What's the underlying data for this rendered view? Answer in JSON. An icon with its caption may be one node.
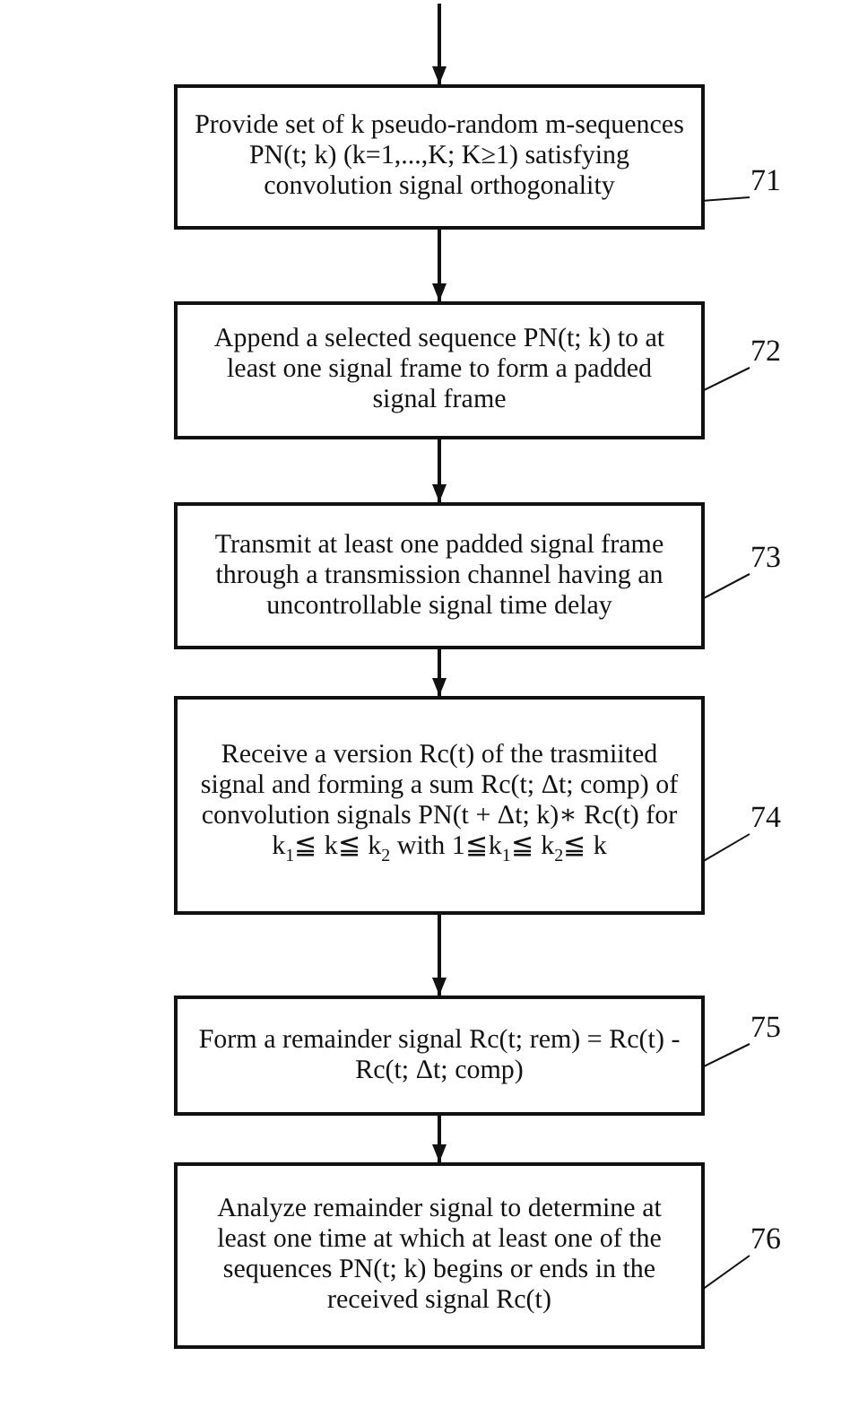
{
  "diagram": {
    "nodes": [
      {
        "text": [
          "Provide set of k pseudo-random m-sequences PN(t; k) (k=1,...,K; K≥1) satisfying convolution signal orthogonality"
        ]
      },
      {
        "text": [
          "Append a selected sequence PN(t; k) to at least one signal frame to form a padded signal frame"
        ]
      },
      {
        "text": [
          "Transmit at least one padded signal frame through a transmission channel having an uncontrollable signal time delay"
        ]
      },
      {
        "text": [
          "Receive a version Rc(t) of the trasmiited signal and forming a sum Rc(t; Δt; comp) of convolution signals PN(t + Δt;  k)∗ Rc(t) for k$_{1}$≦ k≦ k$_{2}$ with 1≦k$_{1}$≦ k$_{2}$≦ k"
        ]
      },
      {
        "text": [
          "Form a remainder signal Rc(t; rem) = Rc(t) - Rc(t; Δt; comp)"
        ]
      },
      {
        "text": [
          "Analyze remainder signal to determine at least one time at which at least one of the sequences PN(t; k) begins or ends in the received signal Rc(t)"
        ]
      },
      {
        "text": [
          "71"
        ]
      },
      {
        "text": [
          "72"
        ]
      },
      {
        "text": [
          "73"
        ]
      },
      {
        "text": [
          "74"
        ]
      },
      {
        "text": [
          "75"
        ]
      },
      {
        "text": [
          "76"
        ]
      }
    ],
    "edges": [
      {
        "from": null,
        "to": 0,
        "arrow": "to"
      },
      {
        "from": 0,
        "to": 1,
        "arrow": "to"
      },
      {
        "from": 1,
        "to": 2,
        "arrow": "to"
      },
      {
        "from": 2,
        "to": 3,
        "arrow": "to"
      },
      {
        "from": 3,
        "to": 4,
        "arrow": "to"
      },
      {
        "from": 4,
        "to": 5,
        "arrow": "to"
      },
      {
        "from": 6,
        "to": 0,
        "arrow": "none"
      },
      {
        "from": 7,
        "to": 1,
        "arrow": "none"
      },
      {
        "from": 8,
        "to": 2,
        "arrow": "none"
      },
      {
        "from": 9,
        "to": 3,
        "arrow": "none"
      },
      {
        "from": 10,
        "to": 4,
        "arrow": "none"
      },
      {
        "from": 11,
        "to": 5,
        "arrow": "none"
      }
    ]
  }
}
